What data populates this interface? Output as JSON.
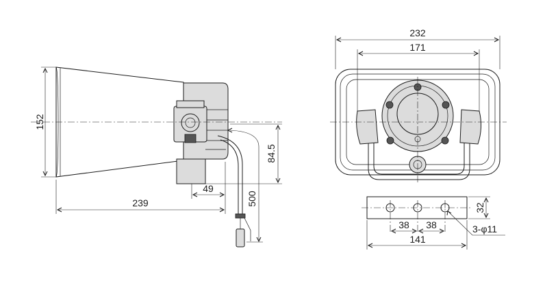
{
  "dimensions": {
    "height_front": "152",
    "total_length": "239",
    "bracket_offset": "49",
    "mount_height": "84.5",
    "cable_length": "500",
    "width_overall": "232",
    "width_bracket": "171",
    "plate_height": "32",
    "hole_spacing_a": "38",
    "hole_spacing_b": "38",
    "plate_width": "141",
    "hole_spec": "3-φ11"
  }
}
